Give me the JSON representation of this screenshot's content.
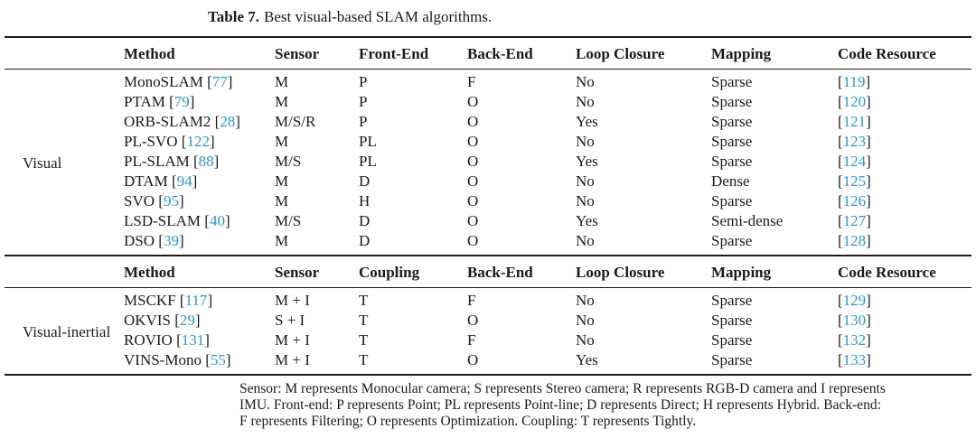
{
  "caption": {
    "label": "Table 7.",
    "text": "Best visual-based SLAM algorithms."
  },
  "colors": {
    "citation_blue": "#2e96c9",
    "text": "#1a1a1a",
    "rule": "#1c1c1c"
  },
  "table": {
    "sections": [
      {
        "group": "Visual",
        "headers": [
          "Method",
          "Sensor",
          "Front-End",
          "Back-End",
          "Loop Closure",
          "Mapping",
          "Code Resource"
        ],
        "rows": [
          {
            "method": "MonoSLAM",
            "method_ref": "77",
            "sensor": "M",
            "mid": "P",
            "back_end": "F",
            "loop_closure": "No",
            "mapping": "Sparse",
            "code_ref": "119"
          },
          {
            "method": "PTAM",
            "method_ref": "79",
            "sensor": "M",
            "mid": "P",
            "back_end": "O",
            "loop_closure": "No",
            "mapping": "Sparse",
            "code_ref": "120"
          },
          {
            "method": "ORB-SLAM2",
            "method_ref": "28",
            "sensor": "M/S/R",
            "mid": "P",
            "back_end": "O",
            "loop_closure": "Yes",
            "mapping": "Sparse",
            "code_ref": "121"
          },
          {
            "method": "PL-SVO",
            "method_ref": "122",
            "sensor": "M",
            "mid": "PL",
            "back_end": "O",
            "loop_closure": "No",
            "mapping": "Sparse",
            "code_ref": "123"
          },
          {
            "method": "PL-SLAM",
            "method_ref": "88",
            "sensor": "M/S",
            "mid": "PL",
            "back_end": "O",
            "loop_closure": "Yes",
            "mapping": "Sparse",
            "code_ref": "124"
          },
          {
            "method": "DTAM",
            "method_ref": "94",
            "sensor": "M",
            "mid": "D",
            "back_end": "O",
            "loop_closure": "No",
            "mapping": "Dense",
            "code_ref": "125"
          },
          {
            "method": "SVO",
            "method_ref": "95",
            "sensor": "M",
            "mid": "H",
            "back_end": "O",
            "loop_closure": "No",
            "mapping": "Sparse",
            "code_ref": "126"
          },
          {
            "method": "LSD-SLAM",
            "method_ref": "40",
            "sensor": "M/S",
            "mid": "D",
            "back_end": "O",
            "loop_closure": "Yes",
            "mapping": "Semi-dense",
            "code_ref": "127"
          },
          {
            "method": "DSO",
            "method_ref": "39",
            "sensor": "M",
            "mid": "D",
            "back_end": "O",
            "loop_closure": "No",
            "mapping": "Sparse",
            "code_ref": "128"
          }
        ]
      },
      {
        "group": "Visual-inertial",
        "headers": [
          "Method",
          "Sensor",
          "Coupling",
          "Back-End",
          "Loop Closure",
          "Mapping",
          "Code Resource"
        ],
        "rows": [
          {
            "method": "MSCKF",
            "method_ref": "117",
            "sensor": "M + I",
            "mid": "T",
            "back_end": "F",
            "loop_closure": "No",
            "mapping": "Sparse",
            "code_ref": "129"
          },
          {
            "method": "OKVIS",
            "method_ref": "29",
            "sensor": "S + I",
            "mid": "T",
            "back_end": "O",
            "loop_closure": "No",
            "mapping": "Sparse",
            "code_ref": "130"
          },
          {
            "method": "ROVIO",
            "method_ref": "131",
            "sensor": "M + I",
            "mid": "T",
            "back_end": "F",
            "loop_closure": "No",
            "mapping": "Sparse",
            "code_ref": "132"
          },
          {
            "method": "VINS-Mono",
            "method_ref": "55",
            "sensor": "M + I",
            "mid": "T",
            "back_end": "O",
            "loop_closure": "Yes",
            "mapping": "Sparse",
            "code_ref": "133"
          }
        ]
      }
    ]
  },
  "footnote": {
    "lines": [
      "Sensor: M represents Monocular camera; S represents Stereo camera; R represents RGB-D camera and I represents",
      "IMU. Front-end: P represents Point; PL represents Point-line; D represents Direct; H represents Hybrid. Back-end:",
      "F represents Filtering; O represents Optimization. Coupling: T represents Tightly."
    ]
  }
}
